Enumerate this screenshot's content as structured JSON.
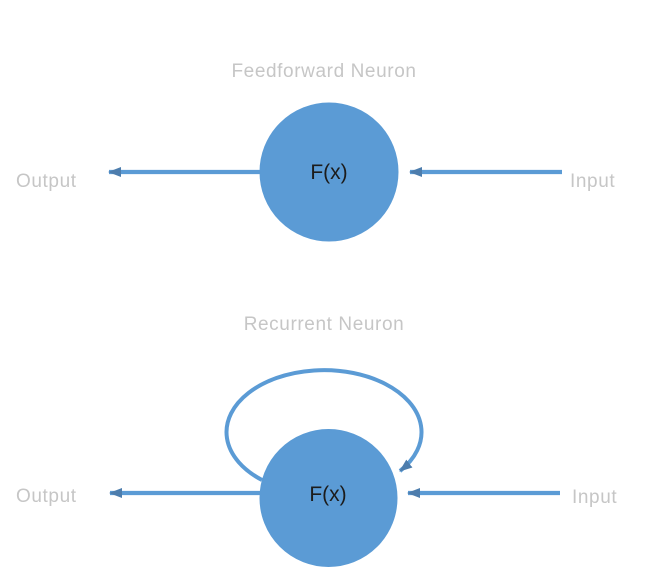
{
  "colors": {
    "background": "#ffffff",
    "shape_blue": "#5b9bd5",
    "arrowhead_blue": "#4d7dad",
    "label_gray": "#c6c6c6",
    "node_text": "#1c1c1c"
  },
  "feedforward": {
    "title": "Feedforward Neuron",
    "node_label": "F(x)",
    "output_label": "Output",
    "input_label": "Input"
  },
  "recurrent": {
    "title": "Recurrent Neuron",
    "node_label": "F(x)",
    "output_label": "Output",
    "input_label": "Input"
  }
}
